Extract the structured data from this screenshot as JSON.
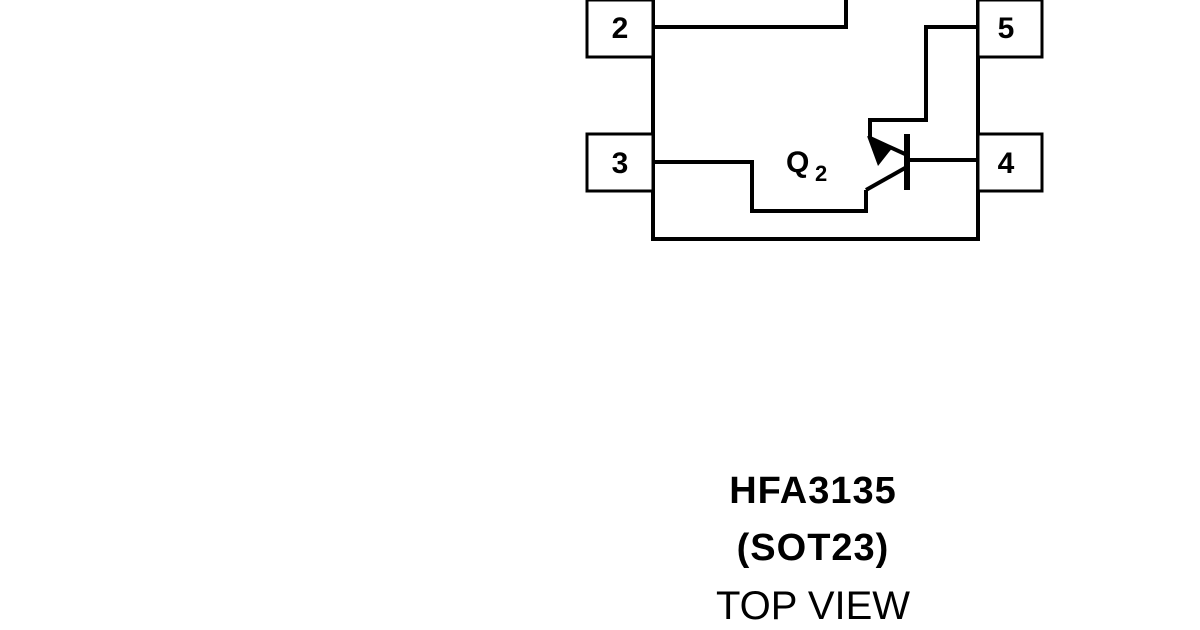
{
  "pins": [
    {
      "number": "2",
      "side": "left"
    },
    {
      "number": "3",
      "side": "left"
    },
    {
      "number": "5",
      "side": "right"
    },
    {
      "number": "4",
      "side": "right"
    }
  ],
  "transistor": {
    "label": "Q",
    "subscript": "2",
    "type": "PNP"
  },
  "caption": {
    "part_number": "HFA3135",
    "package": "(SOT23)",
    "view": "TOP VIEW"
  }
}
